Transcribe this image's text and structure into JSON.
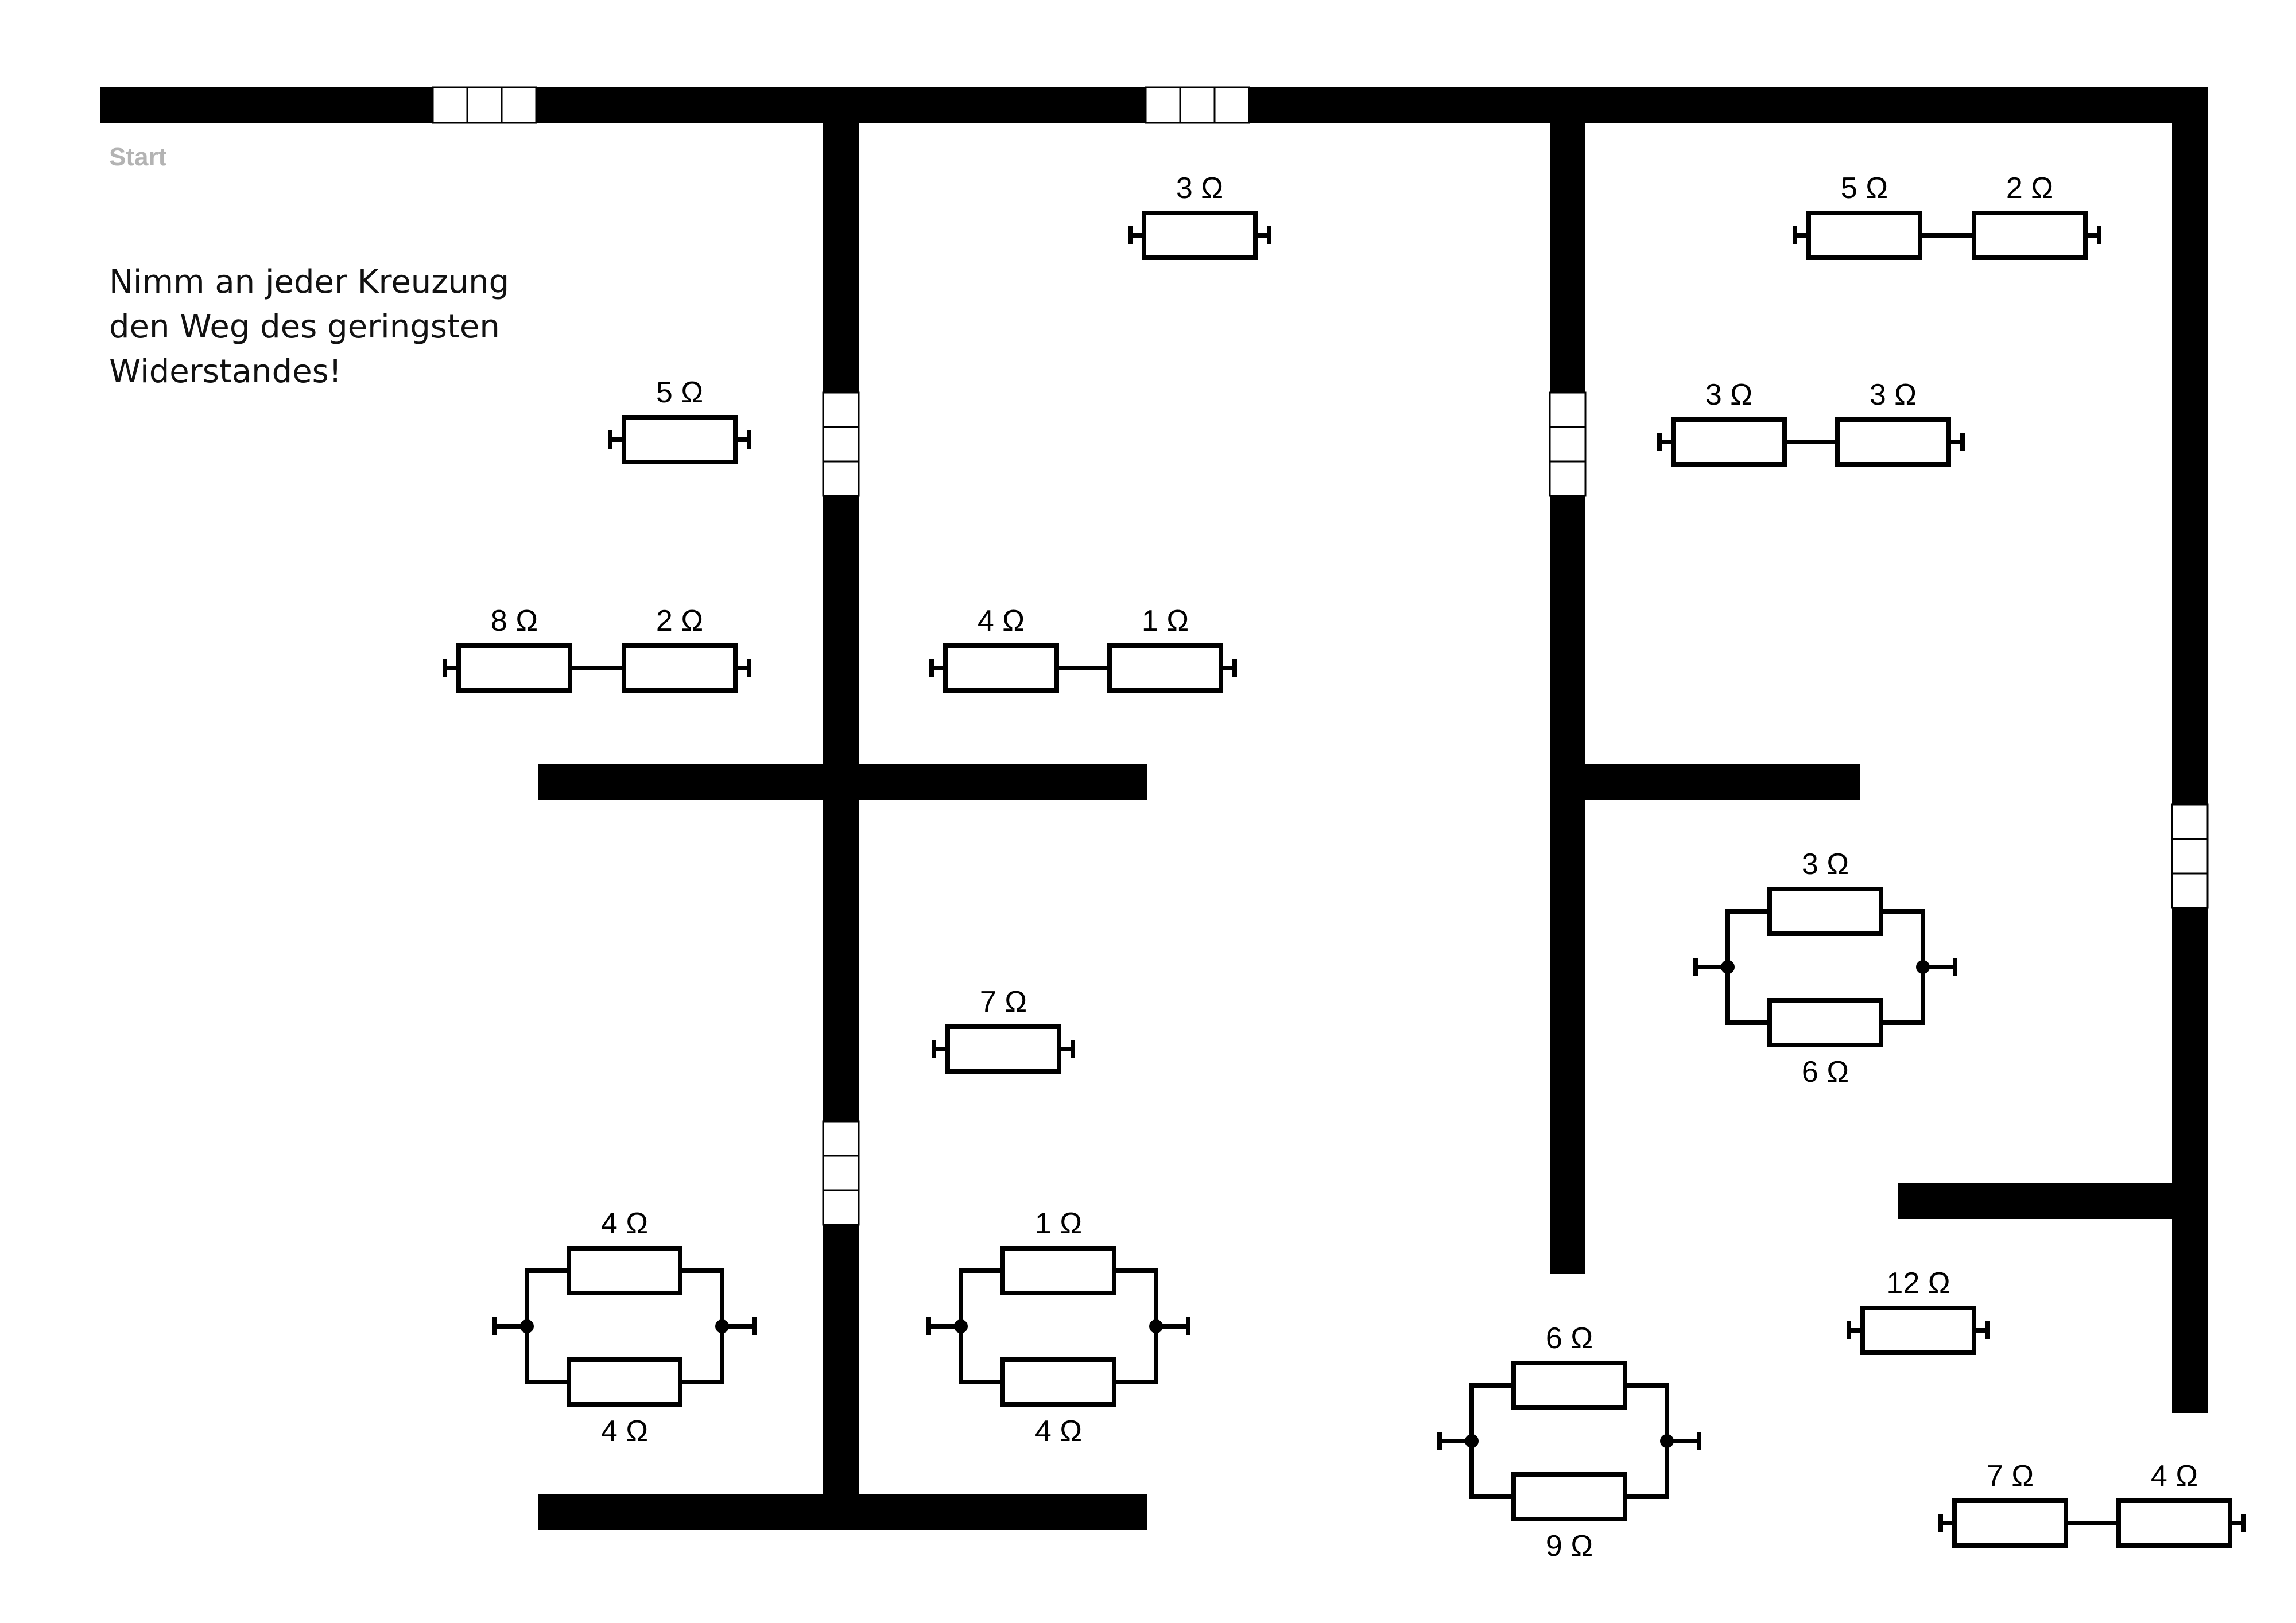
{
  "start_label": "Start",
  "instruction": {
    "lines": [
      "Nimm an jeder Kreuzung",
      "den Weg des geringsten",
      "Widerstandes!"
    ]
  },
  "colors": {
    "wall": "#000000",
    "door": "#ffffff",
    "start_text": "#b3b3b3"
  },
  "resistor_groups": [
    {
      "type": "single",
      "id": "r-3",
      "labels": [
        "3 Ω"
      ]
    },
    {
      "type": "single",
      "id": "r-5",
      "labels": [
        "5 Ω"
      ]
    },
    {
      "type": "series",
      "id": "r-8-2",
      "labels": [
        "8 Ω",
        "2 Ω"
      ]
    },
    {
      "type": "series",
      "id": "r-4-1",
      "labels": [
        "4 Ω",
        "1 Ω"
      ]
    },
    {
      "type": "series",
      "id": "r-5-2",
      "labels": [
        "5 Ω",
        "2 Ω"
      ]
    },
    {
      "type": "series",
      "id": "r-3-3",
      "labels": [
        "3 Ω",
        "3 Ω"
      ]
    },
    {
      "type": "parallel",
      "id": "r-3-6",
      "labels": [
        "3 Ω",
        "6 Ω"
      ]
    },
    {
      "type": "single",
      "id": "r-7",
      "labels": [
        "7 Ω"
      ]
    },
    {
      "type": "parallel",
      "id": "r-4-4",
      "labels": [
        "4 Ω",
        "4 Ω"
      ]
    },
    {
      "type": "parallel",
      "id": "r-1-4",
      "labels": [
        "1 Ω",
        "4 Ω"
      ]
    },
    {
      "type": "parallel",
      "id": "r-6-9",
      "labels": [
        "6 Ω",
        "9 Ω"
      ]
    },
    {
      "type": "single",
      "id": "r-12",
      "labels": [
        "12 Ω"
      ]
    },
    {
      "type": "series",
      "id": "r-7-4",
      "labels": [
        "7 Ω",
        "4 Ω"
      ]
    }
  ]
}
